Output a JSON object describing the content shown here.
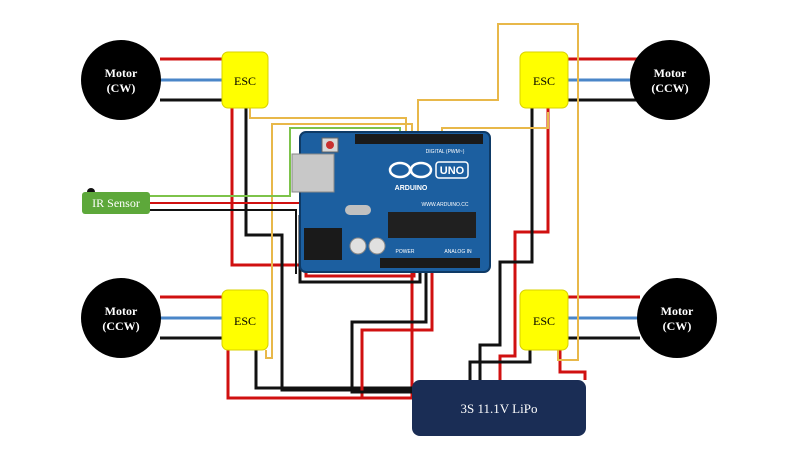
{
  "motors": {
    "top_left": {
      "label": "Motor",
      "dir": "(CW)"
    },
    "top_right": {
      "label": "Motor",
      "dir": "(CCW)"
    },
    "bottom_left": {
      "label": "Motor",
      "dir": "(CCW)"
    },
    "bottom_right": {
      "label": "Motor",
      "dir": "(CW)"
    }
  },
  "escs": {
    "top_left": "ESC",
    "top_right": "ESC",
    "bottom_left": "ESC",
    "bottom_right": "ESC"
  },
  "sensor": {
    "label": "IR Sensor"
  },
  "battery": {
    "label": "3S 11.1V LiPo"
  },
  "arduino": {
    "brand": "ARDUINO",
    "model": "UNO",
    "digital": "DIGITAL (PWM~)",
    "analog": "ANALOG IN",
    "power": "POWER",
    "website": "WWW.ARDUINO.CC"
  },
  "colors": {
    "red_wire": "#d01010",
    "black_wire": "#111111",
    "blue_wire": "#4a86c8",
    "signal_wire": "#e8b84a",
    "sensor_wire": "#7dc34a",
    "esc_fill": "#ffff00",
    "board_blue": "#1c5fa0",
    "battery_fill": "#1a2d55",
    "sensor_fill": "#5da83a"
  }
}
